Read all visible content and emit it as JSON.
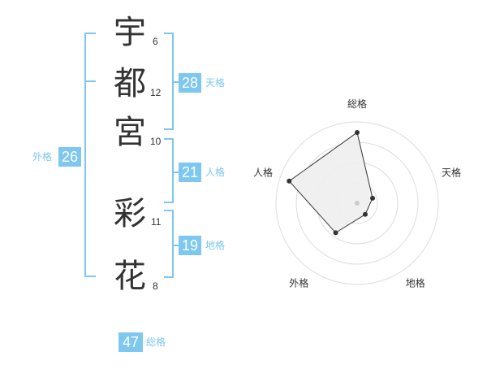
{
  "name": {
    "characters": [
      {
        "char": "宇",
        "strokes": "6"
      },
      {
        "char": "都",
        "strokes": "12"
      },
      {
        "char": "宮",
        "strokes": "10"
      },
      {
        "char": "彩",
        "strokes": "11"
      },
      {
        "char": "花",
        "strokes": "8"
      }
    ]
  },
  "fortune": {
    "tenkaku": {
      "value": "28",
      "label": "天格"
    },
    "jinkaku": {
      "value": "21",
      "label": "人格"
    },
    "chikaku": {
      "value": "19",
      "label": "地格"
    },
    "gaikaku": {
      "value": "26",
      "label": "外格"
    },
    "soukaku": {
      "value": "47",
      "label": "総格"
    }
  },
  "colors": {
    "accent": "#7dc7f0",
    "radar_fill": "#eeeeee",
    "radar_ring": "#dddddd"
  },
  "chart_data": {
    "type": "radar",
    "axes": [
      "総格",
      "天格",
      "地格",
      "外格",
      "人格"
    ],
    "values": [
      0.87,
      0.2,
      0.17,
      0.45,
      0.88
    ],
    "max": 1,
    "rings": 4
  }
}
